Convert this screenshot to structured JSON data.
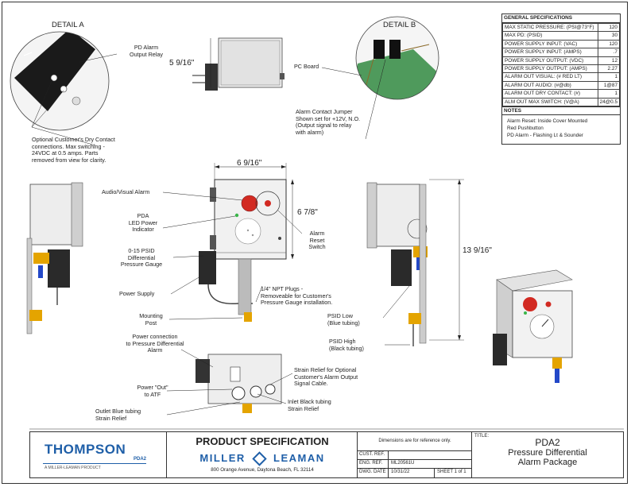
{
  "details": {
    "a_title": "DETAIL A",
    "b_title": "DETAIL B"
  },
  "dimensions": {
    "top_height": "5 9/16\"",
    "front_width": "6 9/16\"",
    "front_height": "6 7/8\"",
    "side_height": "13 9/16\""
  },
  "labels": {
    "pd_alarm_relay": "PD Alarm\nOutput Relay",
    "dry_contact": "Optional Customer's Dry Contact\nconnections. Max switching -\n24VDC at 0.5 amps. Parts\nremoved from view for clarity.",
    "pc_board": "PC Board",
    "jumper": "Alarm Contact Jumper\nShown set for +12V, N.O.\n(Output signal to relay\nwith alarm)",
    "audio_visual": "Audio/Visual Alarm",
    "led_power": "PDA\nLED Power\nIndicator",
    "gauge": "0-15 PSID\nDifferential\nPressure Gauge",
    "power_supply": "Power Supply",
    "mounting_post": "Mounting\nPost",
    "npt_plugs": "1/4\" NPT Plugs -\nRemoveable for Customer's\nPressure Gauge installation.",
    "alarm_reset": "Alarm\nReset\nSwitch",
    "psid_low": "PSID Low\n(Blue tubing)",
    "psid_high": "PSID High\n(Black tubing)",
    "power_connection": "Power connection\nto Pressure Differential\nAlarm",
    "power_out": "Power \"Out\"\nto ATF",
    "outlet_blue": "Outlet Blue tubing\nStrain Relief",
    "strain_relief": "Strain Relief for Optional\nCustomer's Alarm Output\nSignal Cable.",
    "inlet_black": "Inlet Black tubing\nStrain Relief"
  },
  "spec": {
    "title": "GENERAL SPECIFICATIONS",
    "rows": [
      {
        "label": "MAX STATIC PRESSURE: (PSI@73°F)",
        "value": "120"
      },
      {
        "label": "MAX PD: (PSID)",
        "value": "30"
      },
      {
        "label": "POWER SUPPLY INPUT: (VAC)",
        "value": "120"
      },
      {
        "label": "POWER SUPPLY INPUT: (AMPS)",
        "value": ".7"
      },
      {
        "label": "POWER SUPPLY OUTPUT: (VDC)",
        "value": "12"
      },
      {
        "label": "POWER SUPPLY OUTPUT: (AMPS)",
        "value": "2.27"
      },
      {
        "label": "ALARM OUT VISUAL: (# RED LT)",
        "value": "1"
      },
      {
        "label": "ALARM OUT AUDIO: (#@db)",
        "value": "1@87"
      },
      {
        "label": "ALARM OUT DRY CONTACT: (#)",
        "value": "1"
      },
      {
        "label": "ALM OUT MAX SWITCH: (V@A)",
        "value": "24@0.5"
      }
    ],
    "notes_title": "NOTES",
    "notes": "Alarm Reset: Inside Cover Mounted\n  Red Pushbutton\nPD Alarm - Flashing Lt & Sounder"
  },
  "title_block": {
    "logo_brand": "HOMPSON",
    "logo_initial": "T",
    "logo_sub": "PDA2",
    "logo_tagline": "A MILLER-LEAMAN PRODUCT",
    "heading": "PRODUCT SPECIFICATION",
    "company_left": "MILLER",
    "company_right": "LEAMAN",
    "address": "800 Orange Avenue, Daytona Beach, FL 32114",
    "dim_note": "Dimensions are for reference only.",
    "cust_ref_label": "CUST. REF.",
    "cust_ref_value": "",
    "eng_ref_label": "ENG. REF.",
    "eng_ref_value": "ML20561U",
    "dwg_date_label": "DWG. DATE",
    "dwg_date_value": "10/31/22",
    "sheet": "SHEET 1 of 1",
    "title_label": "TITLE:",
    "product_name": "PDA2",
    "product_desc": "Pressure Differential\nAlarm Package"
  },
  "colors": {
    "pcb_green": "#4f9a5c",
    "alarm_red": "#d22a22",
    "led_green": "#3ab54a",
    "tubing_blue": "#2348c8",
    "fitting_yellow": "#e4a400",
    "brand_blue": "#1f5fa8"
  }
}
